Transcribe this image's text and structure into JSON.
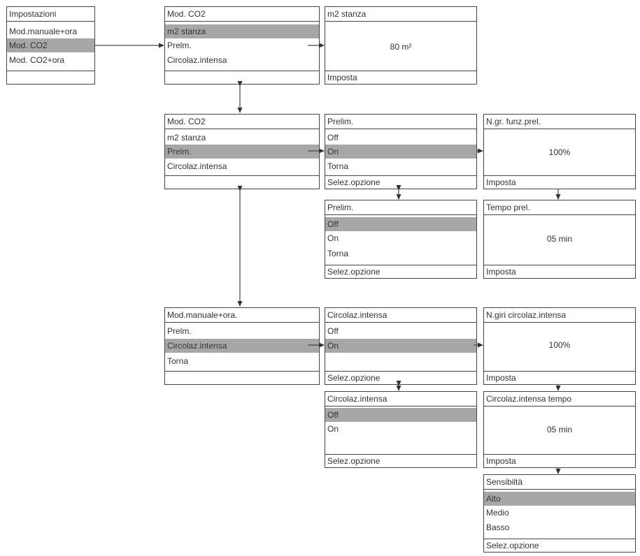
{
  "impostazioni": {
    "title": "Impostazioni",
    "items": [
      "Mod.manuale+ora",
      "Mod. CO2",
      "Mod. CO2+ora"
    ]
  },
  "mod_co2_a": {
    "title": "Mod. CO2",
    "items": [
      "m2 stanza",
      "Prelm.",
      "Circolaz.intensa"
    ]
  },
  "m2_stanza": {
    "title": "m2 stanza",
    "value": "80 m²",
    "footer": "Imposta"
  },
  "mod_co2_b": {
    "title": "Mod. CO2",
    "items": [
      "m2 stanza",
      "Prelm.",
      "Circolaz.intensa"
    ]
  },
  "prelim_on": {
    "title": "Prelim.",
    "items": [
      "Off",
      "On",
      "Torna"
    ],
    "footer": "Selez.opzione"
  },
  "n_gir_funz": {
    "title": "N.gr. funz.prel.",
    "value": "100%",
    "footer": "Imposta"
  },
  "prelim_off": {
    "title": "Prelim.",
    "items": [
      "Off",
      "On",
      "Torna"
    ],
    "footer": "Selez.opzione"
  },
  "tempo_prel": {
    "title": "Tempo prel.",
    "value": "05 min",
    "footer": "Imposta"
  },
  "mod_manuale": {
    "title": "Mod.manuale+ora.",
    "items": [
      "Prelm.",
      "Circolaz.intensa",
      "Torna"
    ]
  },
  "circ_on": {
    "title": "Circolaz.intensa",
    "items": [
      "Off",
      "On"
    ],
    "footer": "Selez.opzione"
  },
  "n_giri_circ": {
    "title": "N.giri circolaz.intensa",
    "value": "100%",
    "footer": "Imposta"
  },
  "circ_off": {
    "title": "Circolaz.intensa",
    "items": [
      "Off",
      "On"
    ],
    "footer": "Selez.opzione"
  },
  "circ_tempo": {
    "title": "Circolaz.intensa tempo",
    "value": "05 min",
    "footer": "Imposta"
  },
  "sensibilita": {
    "title": "Sensibiltà",
    "items": [
      "Alto",
      "Medio",
      "Basso"
    ],
    "footer": "Selez.opzione"
  }
}
